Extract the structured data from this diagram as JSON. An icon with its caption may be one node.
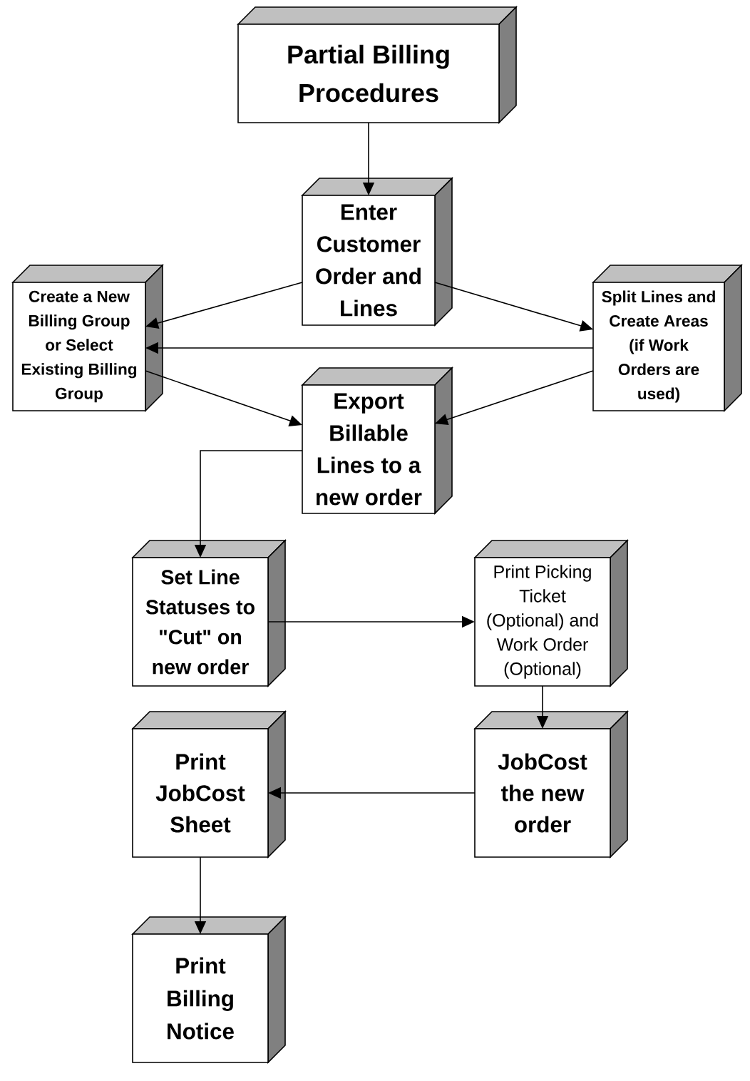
{
  "diagram": {
    "nodes": [
      {
        "text": [
          "Partial Billing Procedures"
        ]
      },
      {
        "text": [
          "Enter Customer Order and Lines"
        ]
      },
      {
        "text": [
          "Create a New Billing Group or Select Existing Billing Group"
        ]
      },
      {
        "text": [
          "Split Lines and Create Areas (if Work Orders are used)"
        ]
      },
      {
        "text": [
          "Export Billable Lines to a new order"
        ]
      },
      {
        "text": [
          "Set Line Statuses to \"Cut\" on new order"
        ]
      },
      {
        "text": [
          "Print Picking Ticket (Optional) and Work Order (Optional)"
        ]
      },
      {
        "text": [
          "Print JobCost Sheet"
        ]
      },
      {
        "text": [
          "JobCost the new order"
        ]
      },
      {
        "text": [
          "Print Billing Notice"
        ]
      }
    ],
    "edges": [
      {
        "from": 0,
        "to": 1,
        "arrow": "to"
      },
      {
        "from": 1,
        "to": 2,
        "arrow": "to"
      },
      {
        "from": 1,
        "to": 3,
        "arrow": "to"
      },
      {
        "from": 3,
        "to": 2,
        "arrow": "to"
      },
      {
        "from": 2,
        "to": 4,
        "arrow": "to"
      },
      {
        "from": 3,
        "to": 4,
        "arrow": "to"
      },
      {
        "from": 4,
        "to": 5,
        "arrow": "to"
      },
      {
        "from": 5,
        "to": 6,
        "arrow": "to"
      },
      {
        "from": 6,
        "to": 8,
        "arrow": "to"
      },
      {
        "from": 8,
        "to": 7,
        "arrow": "to"
      },
      {
        "from": 7,
        "to": 9,
        "arrow": "to"
      }
    ]
  }
}
